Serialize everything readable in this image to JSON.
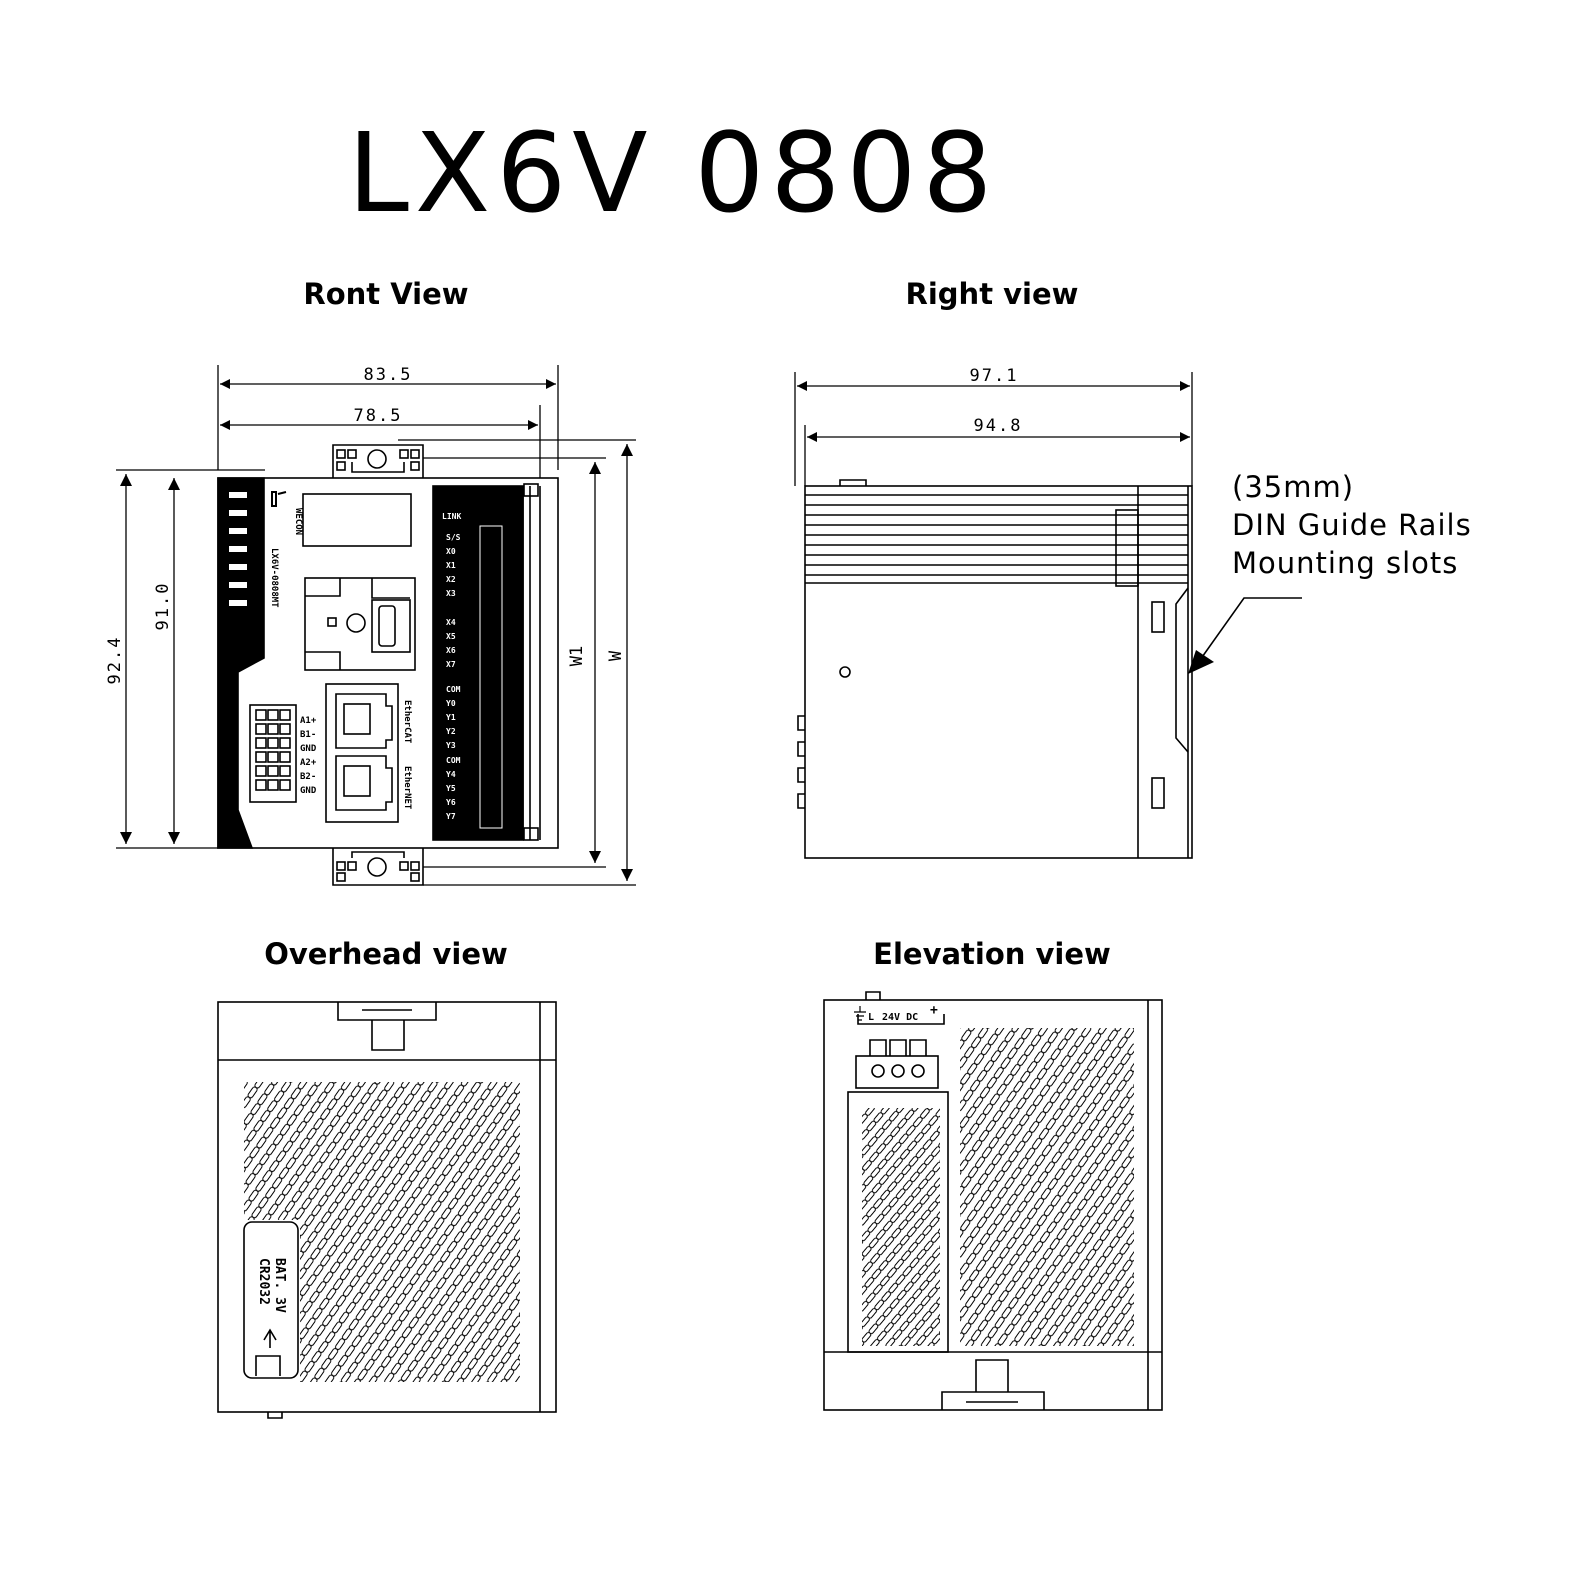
{
  "title": "LX6V 0808",
  "views": {
    "front": {
      "title": "Ront View",
      "brand": "WECON",
      "model": "LX6V-0808MT",
      "dimensions": {
        "overall_width": "83.5",
        "inner_width": "78.5",
        "overall_height": "92.4",
        "inner_height": "91.0",
        "w1": "W1",
        "w": "W"
      },
      "io_header": "LINK",
      "io_labels": [
        "S/S",
        "X0",
        "X1",
        "X2",
        "X3",
        "X4",
        "X5",
        "X6",
        "X7",
        "COM",
        "Y0",
        "Y1",
        "Y2",
        "Y3",
        "COM",
        "Y4",
        "Y5",
        "Y6",
        "Y7"
      ],
      "rs485_labels": [
        "A1+",
        "B1-",
        "GND",
        "A2+",
        "B2-",
        "GND"
      ],
      "port_labels": [
        "EtherCAT",
        "EtherNET"
      ]
    },
    "right": {
      "title": "Right view",
      "dimensions": {
        "overall_depth": "97.1",
        "inner_depth": "94.8"
      },
      "note": [
        "(35mm)",
        "DIN Guide Rails",
        "Mounting slots"
      ]
    },
    "overhead": {
      "title": "Overhead view",
      "battery_label": [
        "BAT. 3V",
        "CR2032"
      ]
    },
    "elevation": {
      "title": "Elevation view",
      "power_label": "24V DC",
      "power_minus": "L",
      "power_plus": "+"
    }
  },
  "colors": {
    "ink": "#000000",
    "paper": "#ffffff"
  }
}
